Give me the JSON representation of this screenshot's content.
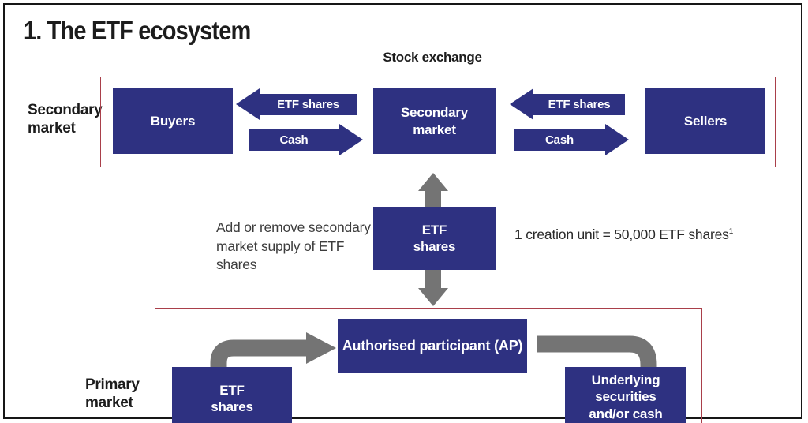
{
  "title": "1. The ETF ecosystem",
  "colors": {
    "navy": "#2e3181",
    "red": "#a93f4a",
    "gray": "#747474"
  },
  "secondary": {
    "side_label": "Secondary market",
    "exchange_label": "Stock exchange",
    "boxes": {
      "buyers": "Buyers",
      "market": "Secondary market",
      "sellers": "Sellers"
    },
    "arrows": {
      "etf_shares": "ETF shares",
      "cash": "Cash"
    }
  },
  "middle": {
    "etf_shares_box": "ETF shares",
    "left_note": "Add or remove secondary market supply of ETF shares",
    "right_note": "1 creation unit = 50,000 ETF shares",
    "right_note_sup": "1"
  },
  "primary": {
    "side_label": "Primary market",
    "boxes": {
      "etf_shares": "ETF shares",
      "ap": "Authorised participant (AP)",
      "underlying": "Underlying securities and/or cash"
    }
  }
}
